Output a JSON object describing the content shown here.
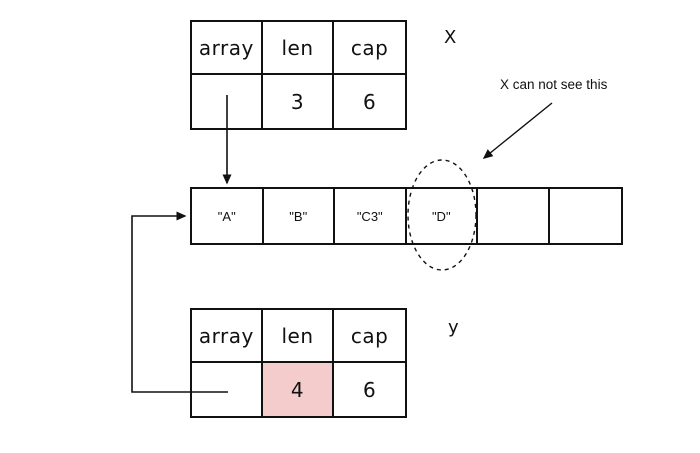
{
  "canvas": {
    "background": "#ffffff",
    "line_color": "#111111"
  },
  "slice_x": {
    "label": "X",
    "headers": [
      "array",
      "len",
      "cap"
    ],
    "values": [
      "",
      "3",
      "6"
    ]
  },
  "slice_y": {
    "label": "y",
    "headers": [
      "array",
      "len",
      "cap"
    ],
    "values": [
      "",
      "4",
      "6"
    ],
    "highlight_color": "#f4cccc"
  },
  "backing_array": {
    "cells": [
      "\"A\"",
      "\"B\"",
      "\"C3\"",
      "\"D\"",
      "",
      ""
    ]
  },
  "annotation": {
    "text": "X can not see this"
  }
}
